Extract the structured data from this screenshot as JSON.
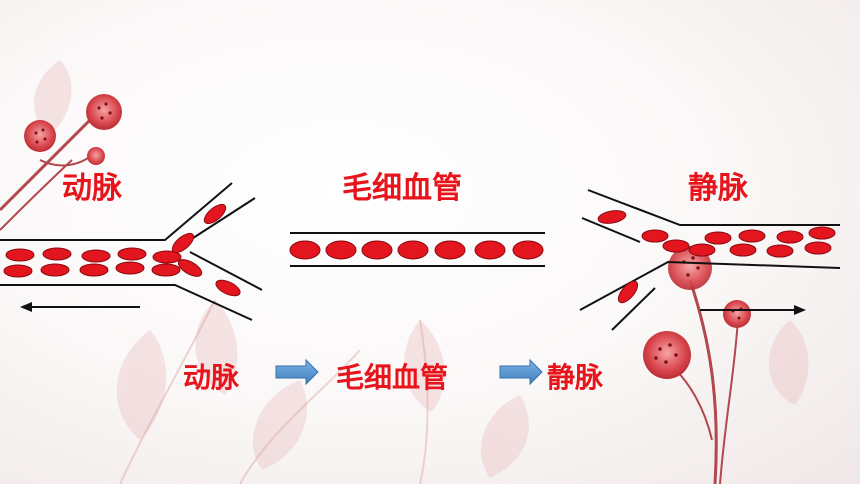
{
  "labels": {
    "artery": "动脉",
    "capillary": "毛细血管",
    "vein": "静脉"
  },
  "flow_sequence": [
    "动脉",
    "毛细血管",
    "静脉"
  ],
  "colors": {
    "text": "#e8141b",
    "cell_fill": "#e3161f",
    "cell_stroke": "#8a0a0f",
    "vessel_line": "#111111",
    "flow_arrow": "#5b9bd5"
  }
}
